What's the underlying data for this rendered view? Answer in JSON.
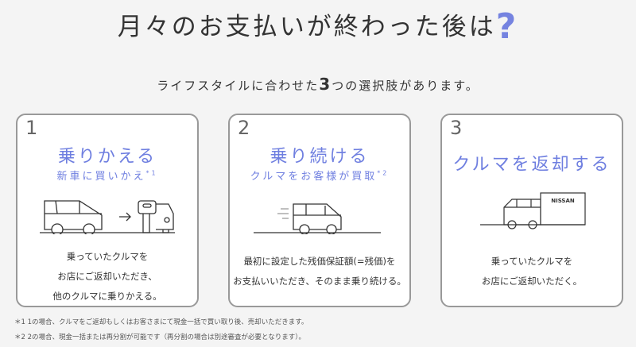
{
  "title": "月々のお支払いが終わった後は",
  "title_mark": "?",
  "subtitle": {
    "before": "ライフスタイルに合わせた",
    "num": "3",
    "after": "つの選択肢があります。"
  },
  "cards": [
    {
      "num": "1",
      "heading": "乗りかえる",
      "sub": "新車に買いかえ",
      "note": "*1",
      "desc": [
        "乗っていたクルマを",
        "お店にご返却いただき、",
        "他のクルマに乗りかえる。"
      ]
    },
    {
      "num": "2",
      "heading": "乗り続ける",
      "sub": "クルマをお客様が買取",
      "note": "*2",
      "desc": [
        "最初に設定した残価保証額(=残価)を",
        "お支払いいただき、そのまま乗り続ける。"
      ]
    },
    {
      "num": "3",
      "heading": "クルマを返却する",
      "building_label": "NISSAN",
      "desc": [
        "乗っていたクルマを",
        "お店にご返却いただく。"
      ]
    }
  ],
  "notes": [
    "＊1  1の場合、クルマをご返却もしくはお客さまにて現金一括で買い取り後、売却いただきます。",
    "＊2  2の場合、現金一括または再分割が可能です（再分割の場合は別途審査が必要となります）。"
  ],
  "colors": {
    "accent": "#6f7fe0"
  }
}
